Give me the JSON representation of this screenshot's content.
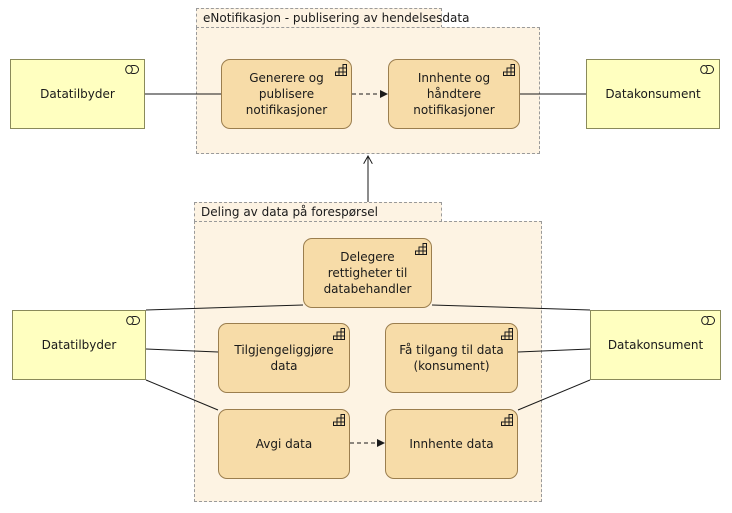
{
  "groups": {
    "top": {
      "label": "eNotifikasjon - publisering av hendelsesdata"
    },
    "bottom": {
      "label": "Deling av data på forespørsel"
    }
  },
  "actors": {
    "top_provider": "Datatilbyder",
    "top_consumer": "Datakonsument",
    "bottom_provider": "Datatilbyder",
    "bottom_consumer": "Datakonsument"
  },
  "functions": {
    "generate_publish": "Generere og publisere notifikasjoner",
    "fetch_handle": "Innhente og håndtere notifikasjoner",
    "delegate_rights": "Delegere rettigheter til databehandler",
    "make_available": "Tilgjengeliggjøre data",
    "get_access": "Få tilgang til data (konsument)",
    "give_data": "Avgi data",
    "fetch_data": "Innhente data"
  },
  "icons": {
    "actor_icon": "role-icon",
    "function_icon": "business-function-icon"
  },
  "colors": {
    "actor_fill": "#ffffc0",
    "function_fill": "#f7dca8",
    "group_fill": "#fdf3e3"
  }
}
